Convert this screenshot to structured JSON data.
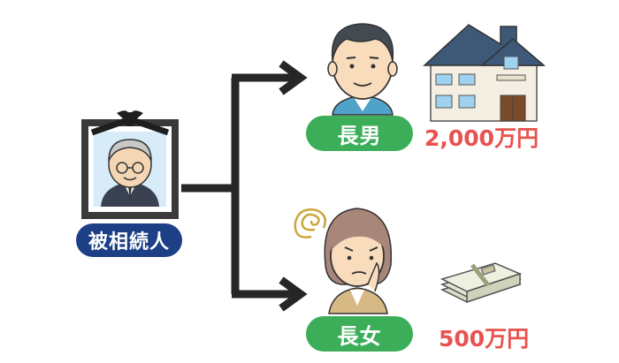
{
  "deceased": {
    "label": "被相続人"
  },
  "heirs": [
    {
      "label": "長男",
      "amount": "2,000万円",
      "asset_icon": "house-icon"
    },
    {
      "label": "長女",
      "amount": "500万円",
      "asset_icon": "cash-bundle-icon"
    }
  ],
  "colors": {
    "label_green": "#3cae5a",
    "label_navy": "#1c3f86",
    "amount_red": "#e8524f",
    "arrow": "#262626"
  }
}
